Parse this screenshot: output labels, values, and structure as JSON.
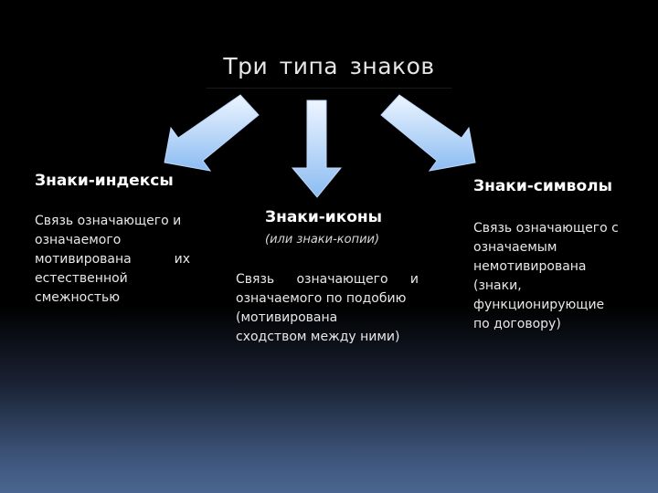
{
  "title": "Три типа знаков",
  "left": {
    "heading": "Знаки-индексы",
    "lines": [
      "Связь означающего и",
      "означаемого",
      "мотивирована",
      "их",
      "естественной",
      "смежностью"
    ]
  },
  "middle": {
    "heading": "Знаки-иконы",
    "subtitle": "(или знаки-копии)",
    "line1_words": [
      "Связь",
      "означающего",
      "и"
    ],
    "lines": [
      "означаемого по подобию",
      "(мотивирована",
      "сходством между ними)"
    ]
  },
  "right": {
    "heading": "Знаки-символы",
    "lines": [
      "Связь означающего с",
      "означаемым",
      "немотивирована",
      "(знаки,",
      "функционирующие",
      "по договору)"
    ]
  },
  "colors": {
    "arrow_light": "#e8f2ff",
    "arrow_dark": "#7fb1ee",
    "background_bottom": "#4a6690"
  }
}
